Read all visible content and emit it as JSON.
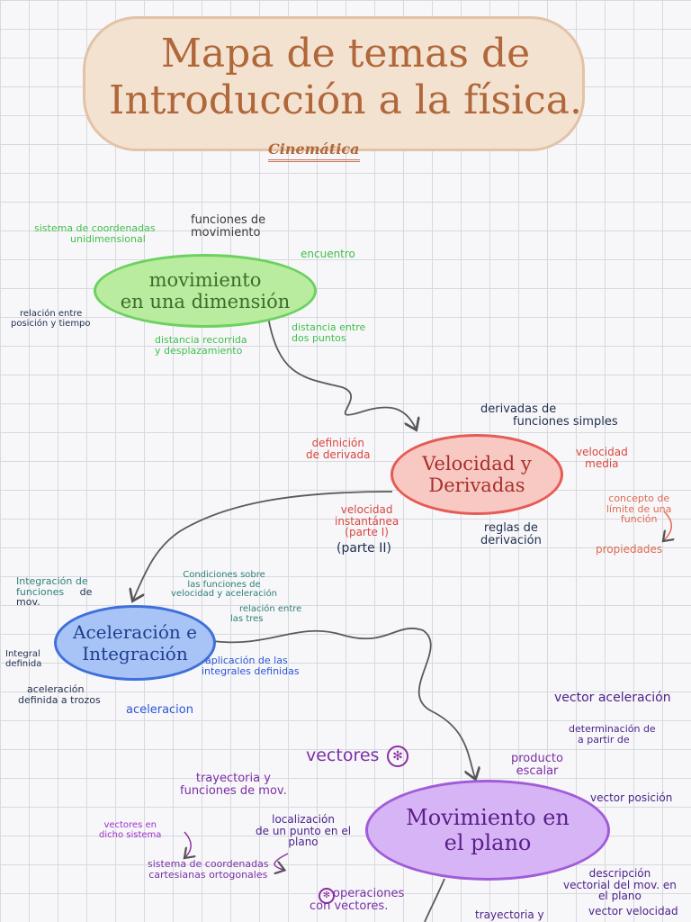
{
  "title": {
    "line1": "Mapa de temas de",
    "line2": "Introducción a la física.",
    "subtitle": "Cinemática"
  },
  "nodes": {
    "n1": [
      "movimiento",
      "en una dimensión"
    ],
    "n2": [
      "Velocidad y",
      "Derivadas"
    ],
    "n3": [
      "Aceleración e",
      "Integración"
    ],
    "n4": [
      "Movimiento en",
      "el plano"
    ]
  },
  "notes": {
    "a1": "sistema de coordenadas",
    "a2": "unidimensional",
    "b1": "funciones de",
    "b2": "movimiento",
    "c": "encuentro",
    "d1": "relación entre",
    "d2": "posición y tiempo",
    "e1": "distancia recorrida",
    "e2": "y desplazamiento",
    "f1": "distancia entre",
    "f2": "dos puntos",
    "g1": "derivadas de",
    "g2": "funciones simples",
    "h1": "definición",
    "h2": "de derivada",
    "i1": "velocidad",
    "i2": "media",
    "j1": "velocidad",
    "j2": "instantánea",
    "j3": "(parte I)",
    "k": "(parte II)",
    "l1": "reglas de",
    "l2": "derivación",
    "m1": "concepto de",
    "m2": "límite de una",
    "m3": "función",
    "n": "propiedades",
    "o1": "Integración de",
    "o2": "funciones",
    "o3": "de",
    "o4": "mov.",
    "p1": "Condiciones sobre",
    "p2": "las funciones de",
    "p3": "velocidad y aceleración",
    "q1": "relación entre",
    "q2": "las tres",
    "r1": "Integral",
    "r2": "definida",
    "s1": "aplicación de las",
    "s2": "integrales definidas",
    "t1": "aceleración",
    "t2": "definida a trozos",
    "u": "aceleracion",
    "v": "vector aceleración",
    "w1": "determinación de",
    "w2": "a partir de",
    "x": "vectores",
    "y1": "producto",
    "y2": "escalar",
    "z1": "trayectoria y",
    "z2": "funciones de mov.",
    "aa": "vector posición",
    "bb1": "vectores en",
    "bb2": "dicho sistema",
    "cc1": "localización",
    "cc2": "de un punto en el",
    "cc3": "plano",
    "dd1": "sistema de coordenadas",
    "dd2": "cartesianas ortogonales",
    "ee1": "descripción",
    "ee2": "vectorial del mov. en",
    "ee3": "el plano",
    "ff1": "operaciones",
    "ff2": "con vectores.",
    "gg": "trayectoria y",
    "hh": "vector velocidad"
  },
  "colors": {
    "green": "#3fbf4a",
    "red": "#d9463e",
    "blue": "#2b55d9",
    "purple": "#7b2fa6",
    "navy": "#1f2f4f",
    "brown": "#b0673a"
  }
}
